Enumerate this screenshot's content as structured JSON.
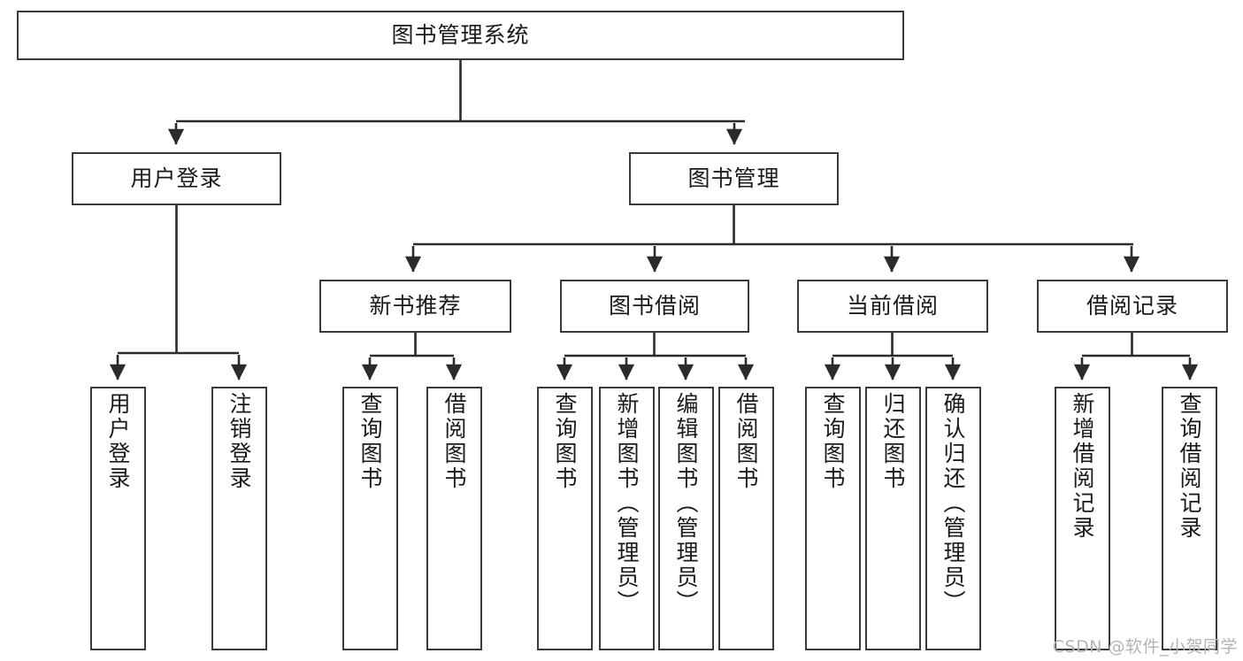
{
  "diagram": {
    "title": "图书管理系统",
    "type": "tree-hierarchy",
    "root": {
      "id": "root",
      "label": "图书管理系统"
    },
    "level2": [
      {
        "id": "user-login",
        "label": "用户登录"
      },
      {
        "id": "book-manage",
        "label": "图书管理"
      }
    ],
    "level3": [
      {
        "id": "new-book-recommend",
        "label": "新书推荐"
      },
      {
        "id": "book-borrow",
        "label": "图书借阅"
      },
      {
        "id": "current-borrow",
        "label": "当前借阅"
      },
      {
        "id": "borrow-record",
        "label": "借阅记录"
      }
    ],
    "leaves": {
      "user_login": [
        {
          "id": "leaf-user-login",
          "label": "用户登录"
        },
        {
          "id": "leaf-logout-login",
          "label": "注销登录"
        }
      ],
      "new_book_recommend": [
        {
          "id": "leaf-query-book-1",
          "label": "查询图书"
        },
        {
          "id": "leaf-borrow-book-1",
          "label": "借阅图书"
        }
      ],
      "book_borrow": [
        {
          "id": "leaf-query-book-2",
          "label": "查询图书"
        },
        {
          "id": "leaf-add-book",
          "label": "新增图书（管理员）"
        },
        {
          "id": "leaf-edit-book",
          "label": "编辑图书（管理员）"
        },
        {
          "id": "leaf-borrow-book-2",
          "label": "借阅图书"
        }
      ],
      "current_borrow": [
        {
          "id": "leaf-query-book-3",
          "label": "查询图书"
        },
        {
          "id": "leaf-return-book",
          "label": "归还图书"
        },
        {
          "id": "leaf-confirm-return",
          "label": "确认归还（管理员）"
        }
      ],
      "borrow_record": [
        {
          "id": "leaf-add-record",
          "label": "新增借阅记录"
        },
        {
          "id": "leaf-query-record",
          "label": "查询借阅记录"
        }
      ]
    }
  },
  "watermark": {
    "text": "CSDN @软件_小贺同学"
  },
  "colors": {
    "box_border": "#3a3a3a",
    "box_fill": "#ffffff",
    "edge": "#2b2b2b",
    "text": "#1a1a1a",
    "watermark": "#b4b4b4",
    "background": "#ffffff"
  }
}
